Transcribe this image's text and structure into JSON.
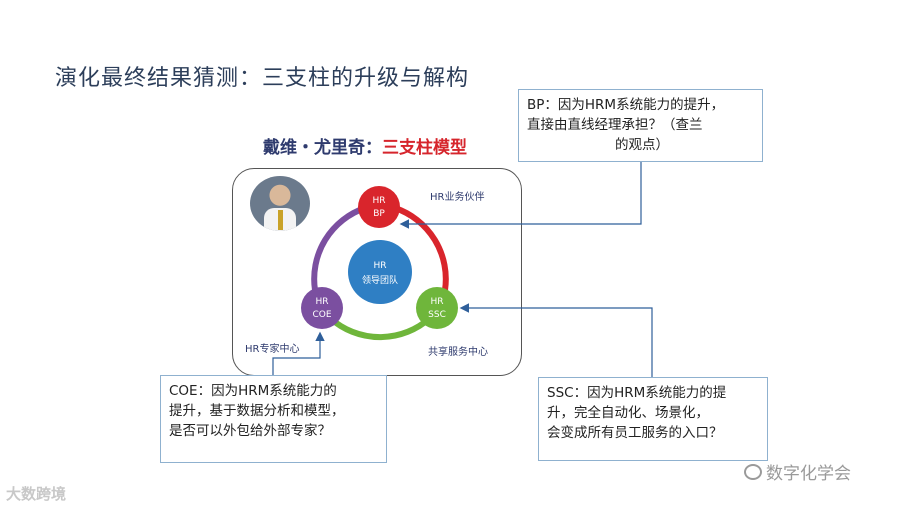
{
  "title": "演化最终结果猜测：三支柱的升级与解构",
  "model_heading": {
    "prefix": "戴维・尤里奇：",
    "highlight": "三支柱模型"
  },
  "diagram": {
    "center": {
      "line1": "HR",
      "line2": "领导团队"
    },
    "nodes": {
      "bp": {
        "line1": "HR",
        "line2": "BP"
      },
      "coe": {
        "line1": "HR",
        "line2": "COE"
      },
      "ssc": {
        "line1": "HR",
        "line2": "SSC"
      }
    },
    "labels": {
      "bp": "HR业务伙伴",
      "coe": "HR专家中心",
      "ssc": "共享服务中心"
    },
    "colors": {
      "bp": "#d9252c",
      "coe": "#7b4fa0",
      "ssc": "#6fb63b",
      "center": "#2f7fc4",
      "arrow": "#2f5f9a"
    }
  },
  "callouts": {
    "bp": [
      "BP：因为HRM系统能力的提升，",
      "直接由直线经理承担？（查兰",
      "的观点）"
    ],
    "coe": [
      "COE：因为HRM系统能力的",
      "提升，基于数据分析和模型，",
      "是否可以外包给外部专家？"
    ],
    "ssc": [
      "SSC：因为HRM系统能力的提",
      "升，完全自动化、场景化，",
      "会变成所有员工服务的入口？"
    ]
  },
  "watermarks": {
    "left": "大数跨境",
    "right": "数字化学会"
  }
}
